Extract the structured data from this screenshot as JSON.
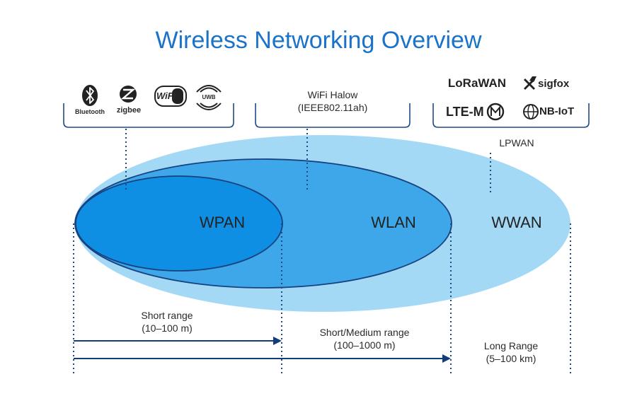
{
  "title": "Wireless Networking Overview",
  "groups": {
    "wpan_tech": [
      "Bluetooth",
      "zigbee",
      "WiFi",
      "UWB"
    ],
    "wlan_tech": {
      "name": "WiFi Halow",
      "standard": "(IEEE802.11ah)"
    },
    "wwan_tech": [
      "LoRaWAN",
      "sigfox",
      "LTE-M",
      "NB-IoT"
    ],
    "lpwan_label": "LPWAN"
  },
  "zones": {
    "wpan": "WPAN",
    "wlan": "WLAN",
    "wwan": "WWAN"
  },
  "ranges": {
    "short": {
      "name": "Short range",
      "value": "(10–100 m)"
    },
    "medium": {
      "name": "Short/Medium range",
      "value": "(100–1000 m)"
    },
    "long": {
      "name": "Long Range",
      "value": "(5–100 km)"
    }
  },
  "colors": {
    "title": "#1a73c8",
    "outer": "#9fd8f4",
    "middle": "#3aa6e8",
    "inner": "#0e8fe2",
    "stroke": "#123c7a"
  }
}
